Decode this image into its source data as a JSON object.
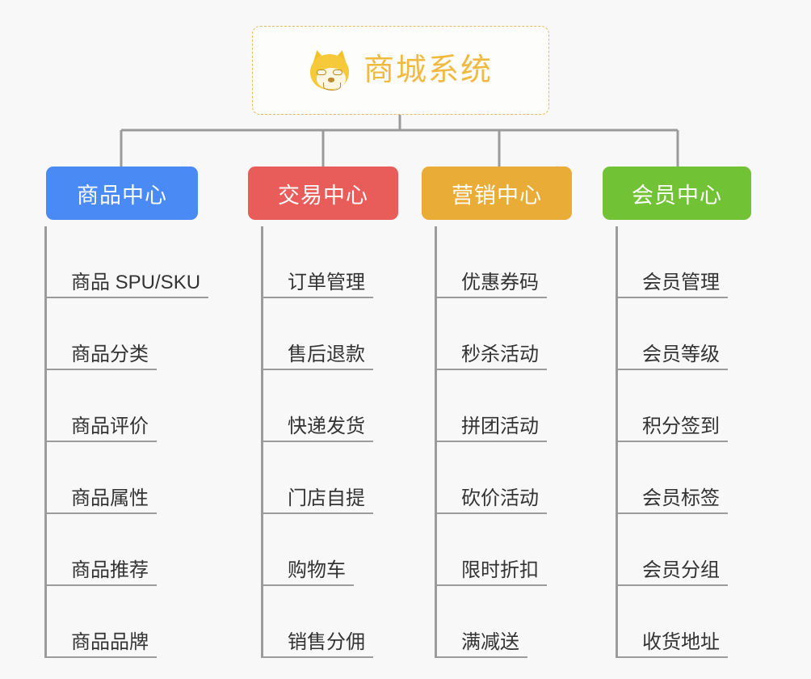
{
  "root": {
    "title": "商城系统",
    "icon": "shiba-dog-emoji",
    "border_color": "#e8b85c",
    "text_color": "#f0b93f",
    "background": "#fdfdfb"
  },
  "canvas": {
    "background": "#f8f8f8",
    "connector_color": "#9b9b9b"
  },
  "branches": [
    {
      "label": "商品中心",
      "color": "#4a8af4",
      "items": [
        "商品 SPU/SKU",
        "商品分类",
        "商品评价",
        "商品属性",
        "商品推荐",
        "商品品牌"
      ]
    },
    {
      "label": "交易中心",
      "color": "#e85d5a",
      "items": [
        "订单管理",
        "售后退款",
        "快递发货",
        "门店自提",
        "购物车",
        "销售分佣"
      ]
    },
    {
      "label": "营销中心",
      "color": "#e9ac37",
      "items": [
        "优惠券码",
        "秒杀活动",
        "拼团活动",
        "砍价活动",
        "限时折扣",
        "满减送"
      ]
    },
    {
      "label": "会员中心",
      "color": "#72c236",
      "items": [
        "会员管理",
        "会员等级",
        "积分签到",
        "会员标签",
        "会员分组",
        "收货地址"
      ]
    }
  ]
}
